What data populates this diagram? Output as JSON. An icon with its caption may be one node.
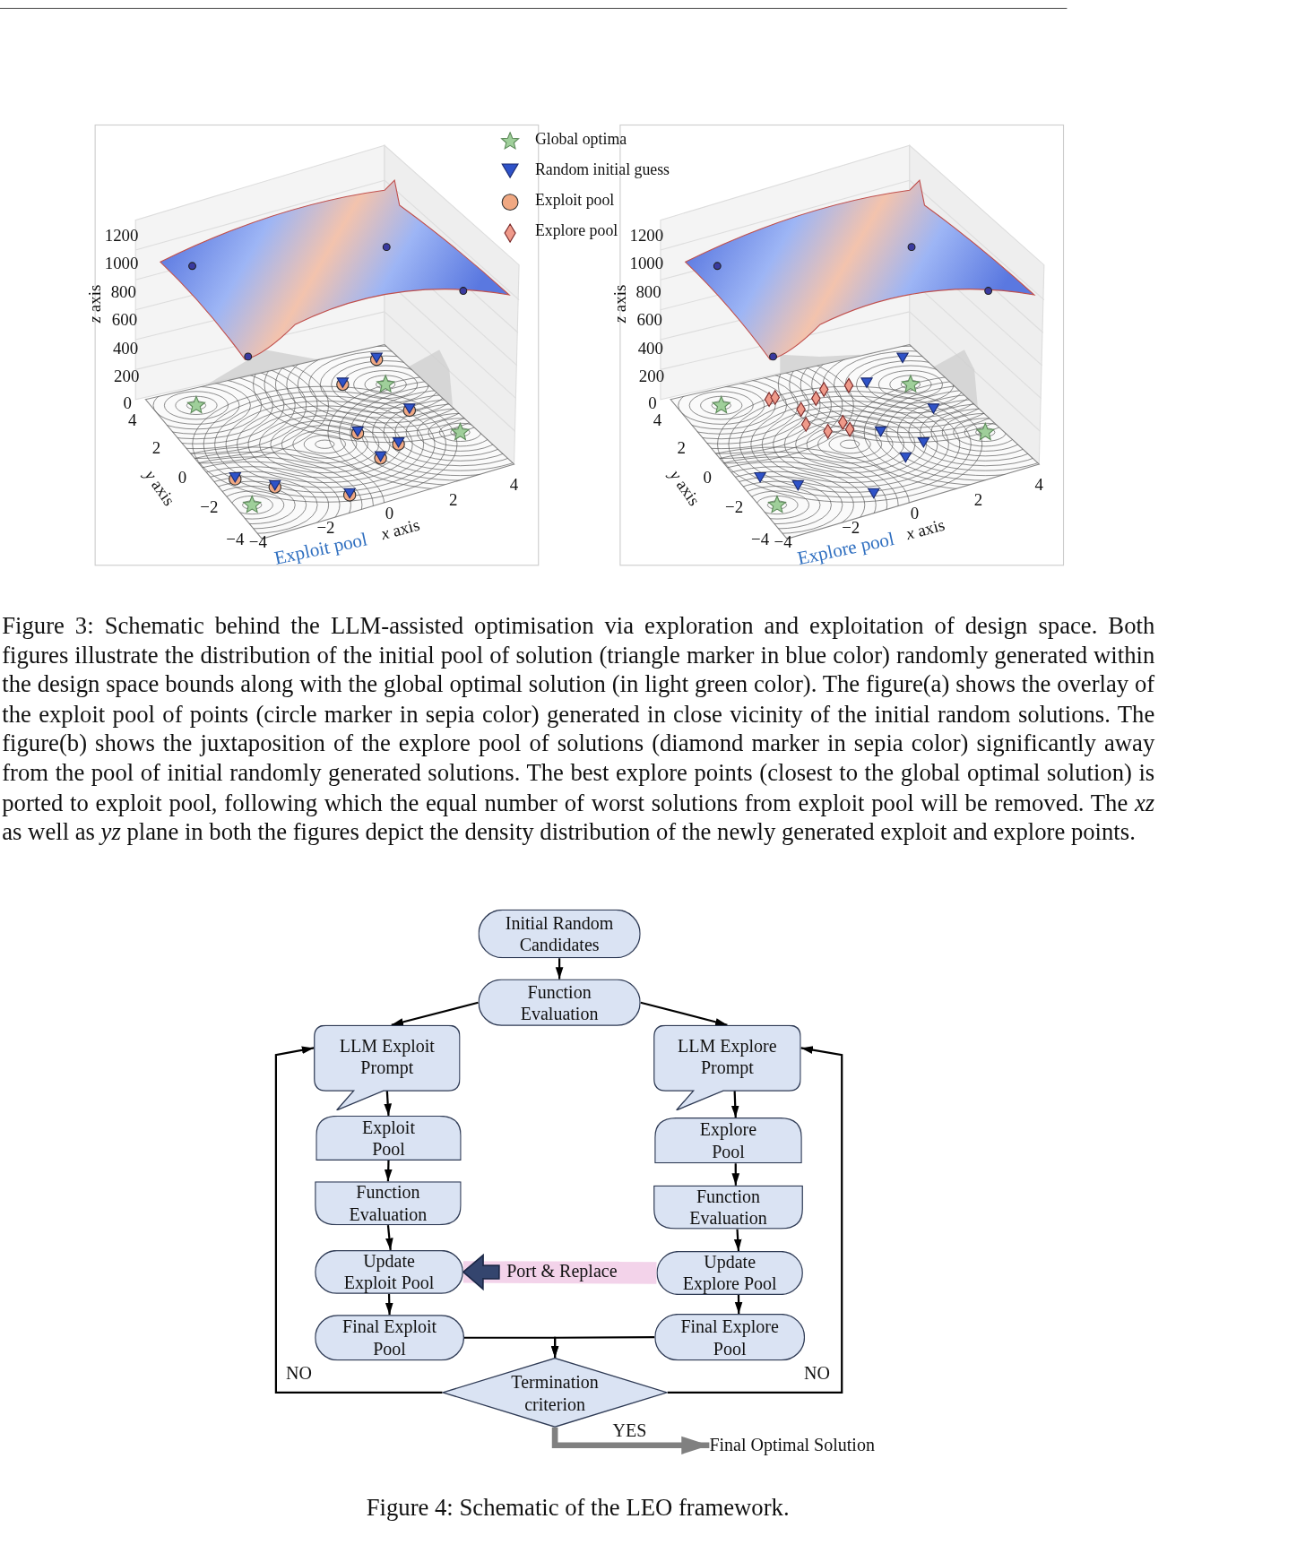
{
  "diagram": {
    "caption": "Figure 4: Schematic of the LEO framework.",
    "nodes": [
      {
        "text": [
          "Initial Random Candidates"
        ]
      },
      {
        "text": [
          "Function Evaluation"
        ]
      },
      {
        "text": [
          "LLM Exploit Prompt"
        ]
      },
      {
        "text": [
          "LLM Explore Prompt"
        ]
      },
      {
        "text": [
          "Exploit Pool"
        ]
      },
      {
        "text": [
          "Explore Pool"
        ]
      },
      {
        "text": [
          "Function Evaluation"
        ]
      },
      {
        "text": [
          "Function Evaluation"
        ]
      },
      {
        "text": [
          "Update Exploit Pool"
        ]
      },
      {
        "text": [
          "Update Explore Pool"
        ]
      },
      {
        "text": [
          "Final Exploit Pool"
        ]
      },
      {
        "text": [
          "Final Explore Pool"
        ]
      },
      {
        "text": [
          "Termination criterion"
        ]
      },
      {
        "text": [
          "Final Optimal Solution"
        ]
      }
    ],
    "edges": [
      {
        "from": 0,
        "to": 1,
        "arrow": "to"
      },
      {
        "from": 1,
        "to": 2,
        "arrow": "to"
      },
      {
        "from": 1,
        "to": 3,
        "arrow": "to"
      },
      {
        "from": 2,
        "to": 4,
        "arrow": "to"
      },
      {
        "from": 4,
        "to": 6,
        "arrow": "to"
      },
      {
        "from": 6,
        "to": 8,
        "arrow": "to"
      },
      {
        "from": 8,
        "to": 10,
        "arrow": "to"
      },
      {
        "from": 3,
        "to": 5,
        "arrow": "to"
      },
      {
        "from": 5,
        "to": 7,
        "arrow": "to"
      },
      {
        "from": 7,
        "to": 9,
        "arrow": "to"
      },
      {
        "from": 9,
        "to": 11,
        "arrow": "to"
      },
      {
        "from": 9,
        "to": 8,
        "arrow": "to",
        "label": "Port & Replace",
        "style": "thick",
        "color": "#f3d3ea"
      },
      {
        "from": 10,
        "to": 12,
        "arrow": "to"
      },
      {
        "from": 11,
        "to": 12,
        "arrow": "to"
      },
      {
        "from": 12,
        "to": 2,
        "arrow": "to",
        "label": "NO"
      },
      {
        "from": 12,
        "to": 3,
        "arrow": "to",
        "label": "NO"
      },
      {
        "from": 12,
        "to": 13,
        "arrow": "to",
        "label": "YES",
        "style": "thick",
        "color": "#808080"
      }
    ],
    "labels": [
      "1200",
      "1000",
      "800",
      "600",
      "400",
      "200",
      "0",
      "*z* axis",
      "4",
      "2",
      "0",
      "−2",
      "−4",
      "*y* axis",
      "−4",
      "−2",
      "0",
      "2",
      "4",
      "*x* axis",
      "Exploit pool",
      "1200",
      "1000",
      "800",
      "600",
      "400",
      "200",
      "0",
      "*z* axis",
      "4",
      "2",
      "0",
      "−2",
      "−4",
      "*y* axis",
      "−4",
      "−2",
      "0",
      "2",
      "4",
      "*x* axis",
      "Explore pool",
      "Figure 3: Schematic behind the LLM-assisted optimisation via exploration and exploitation of design space. Both figures illustrate the distribution of the initial pool of solution (triangle marker in blue color) randomly generated within the design space bounds along with the global optimal solution (in light green color). The figure(a) shows the overlay of the exploit pool of points (circle marker in sepia color) generated in close vicinity of the initial random solutions. The figure(b) shows the juxtaposition of the explore pool of solutions (diamond marker in sepia color) significantly away from the pool of initial randomly generated solutions. The best explore points (closest to the global optimal solution) is ported to exploit pool, following which the equal number of worst solutions from exploit pool will be removed. The *xz* as well as *yz* plane in both the figures depict the density distribution of the newly generated exploit and explore points."
    ],
    "legend": [
      {
        "text": "Global optima"
      },
      {
        "text": "Random initial guess"
      },
      {
        "text": "Exploit pool"
      },
      {
        "text": "Explore pool"
      }
    ]
  }
}
